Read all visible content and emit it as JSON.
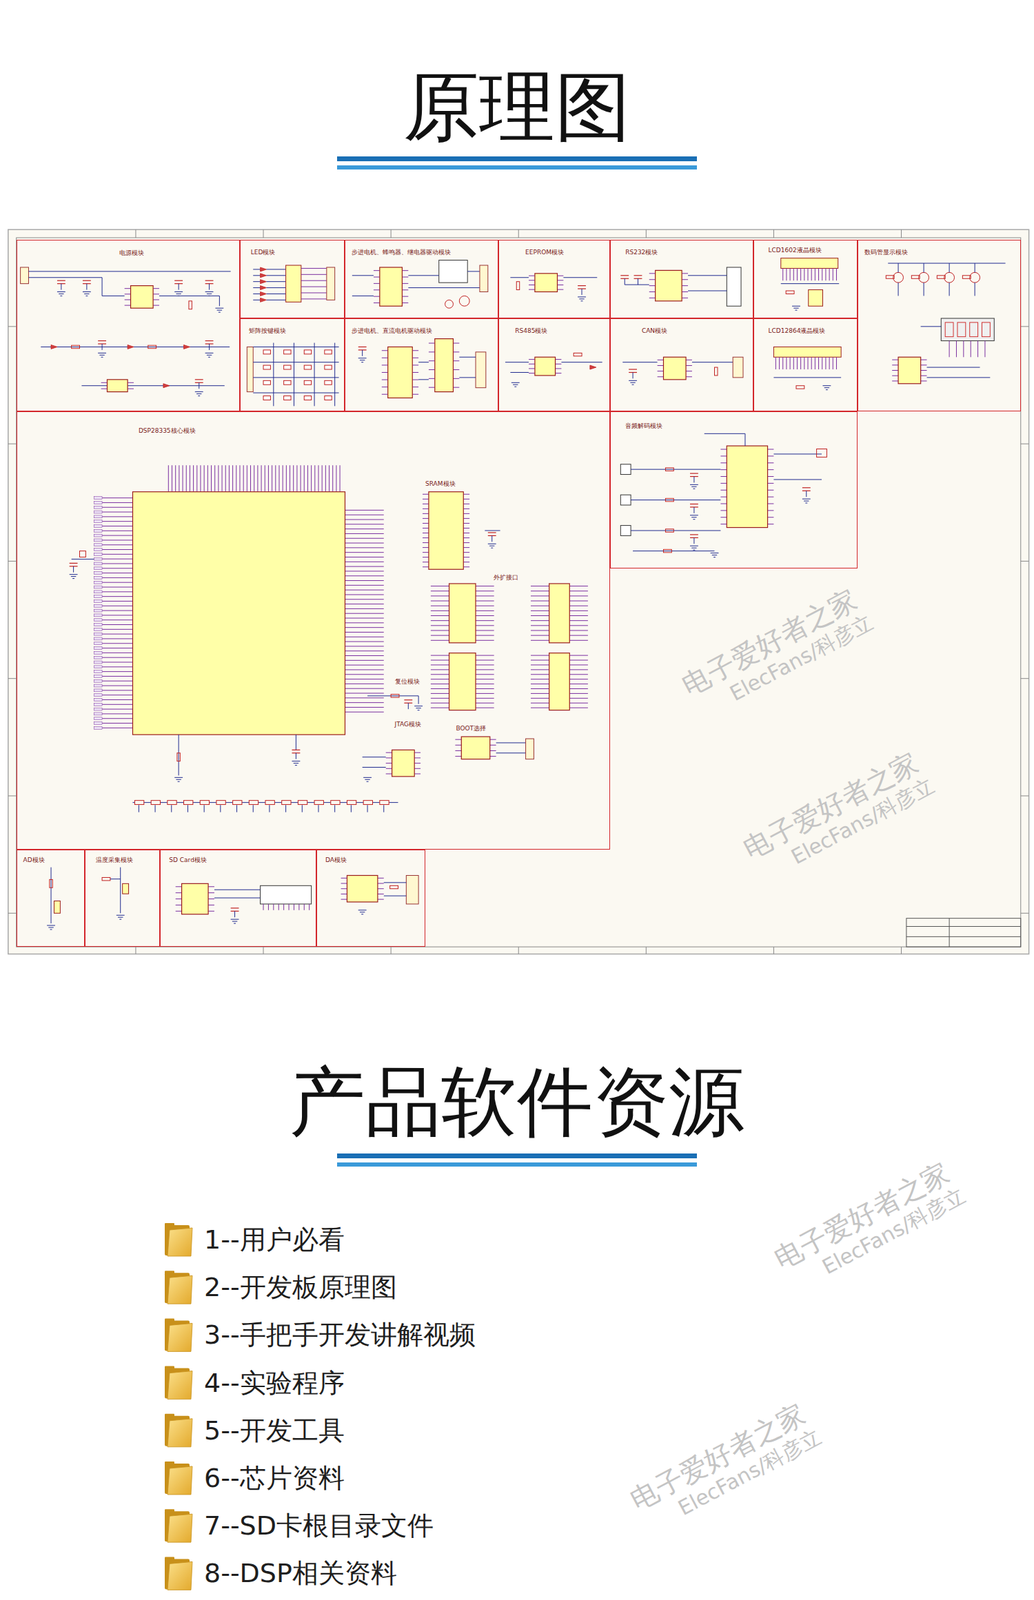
{
  "diagram": {
    "title": "原理图",
    "nodes": [
      {
        "text": [
          "电源模块"
        ]
      },
      {
        "text": [
          "LED模块"
        ]
      },
      {
        "text": [
          "步进电机、蜂鸣器、继电器驱动模块"
        ]
      },
      {
        "text": [
          "EEPROM模块"
        ]
      },
      {
        "text": [
          "RS232模块"
        ]
      },
      {
        "text": [
          "LCD1602液晶模块"
        ]
      },
      {
        "text": [
          "数码管显示模块"
        ]
      },
      {
        "text": [
          "矩阵按键模块"
        ]
      },
      {
        "text": [
          "步进电机、直流电机驱动模块"
        ]
      },
      {
        "text": [
          "RS485模块"
        ]
      },
      {
        "text": [
          "CAN模块"
        ]
      },
      {
        "text": [
          "LCD12864液晶模块"
        ]
      },
      {
        "text": [
          "DSP28335核心模块",
          "SRAM模块",
          "外扩接口",
          "复位模块",
          "JTAG模块",
          "BOOT选择"
        ]
      },
      {
        "text": [
          "音频解码模块"
        ]
      },
      {
        "text": [
          "AD模块"
        ]
      },
      {
        "text": [
          "温度采集模块"
        ]
      },
      {
        "text": [
          "SD Card模块"
        ]
      },
      {
        "text": [
          "DA模块"
        ]
      }
    ],
    "labels": [
      "产品软件资源",
      "1--用户必看",
      "2--开发板原理图",
      "3--手把手开发讲解视频",
      "4--实验程序",
      "5--开发工具",
      "6--芯片资料",
      "7--SD卡根目录文件",
      "8--DSP相关资料",
      "电子爱好者之家",
      "ElecFans/科彦立",
      "电子爱好者之家",
      "ElecFans/科彦立",
      "电子爱好者之家",
      "ElecFans/科彦立",
      "电子爱好者之家",
      "ElecFans/科彦立"
    ]
  }
}
